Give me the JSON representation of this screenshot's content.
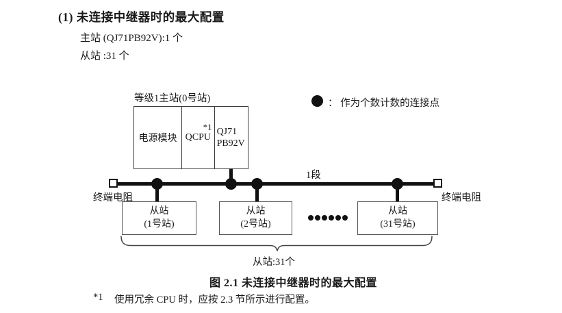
{
  "header": {
    "title": "(1) 未连接中继器时的最大配置",
    "master_count": "主站 (QJ71PB92V):1 个",
    "slave_count": "从站 :31 个"
  },
  "diagram": {
    "master": {
      "label": "等级1主站(0号站)",
      "cell_power": "电源模块",
      "cell_cpu": "QCPU",
      "cell_cpu_note": "*1",
      "cell_pb_line1": "QJ71",
      "cell_pb_line2": "PB92V"
    },
    "legend": {
      "icon": "connection-point-dot",
      "text": "： 作为个数计数的连接点"
    },
    "segment_label": "1段",
    "terminator_left": "终端电阻",
    "terminator_right": "终端电阻",
    "slaves": [
      {
        "line1": "从站",
        "line2": "(1号站)"
      },
      {
        "line1": "从站",
        "line2": "(2号站)"
      },
      {
        "line1": "从站",
        "line2": "(31号站)"
      }
    ],
    "slaves_total": "从站:31个"
  },
  "caption": "图 2.1 未连接中继器时的最大配置",
  "footnote": {
    "marker": "*1",
    "text": "使用冗余 CPU 时，应按 2.3 节所示进行配置。"
  },
  "colors": {
    "line": "#111111",
    "box_border": "#3c3c3c",
    "text": "#1a1a1a",
    "background": "#ffffff"
  }
}
